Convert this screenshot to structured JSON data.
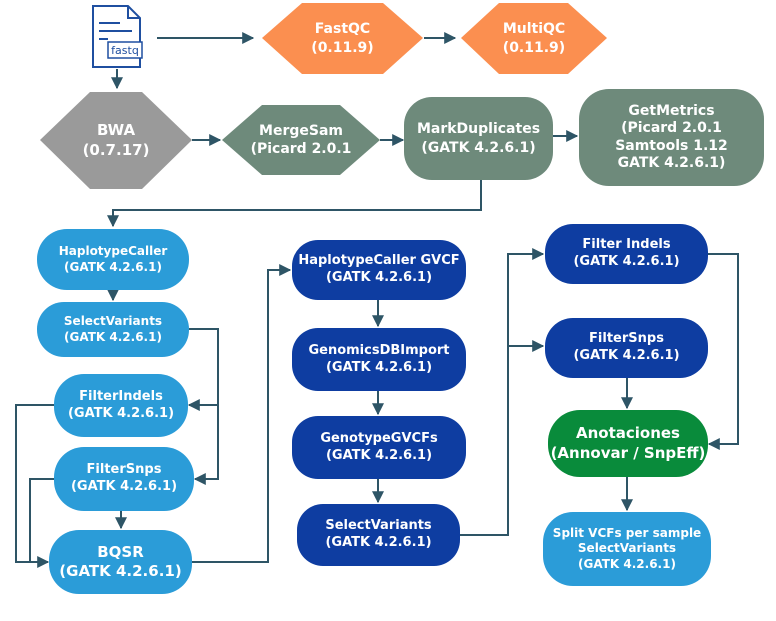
{
  "file_icon": {
    "label": "fastq"
  },
  "nodes": {
    "fastqc": {
      "line1": "FastQC",
      "line2": "(0.11.9)"
    },
    "multiqc": {
      "line1": "MultiQC",
      "line2": "(0.11.9)"
    },
    "bwa": {
      "line1": "BWA",
      "line2": "(0.7.17)"
    },
    "mergesam": {
      "line1": "MergeSam",
      "line2": "(Picard 2.0.1"
    },
    "markduplicates": {
      "line1": "MarkDuplicates",
      "line2": "(GATK 4.2.6.1)"
    },
    "getmetrics": {
      "line1": "GetMetrics",
      "line2": "(Picard 2.0.1",
      "line3": "Samtools 1.12",
      "line4": "GATK 4.2.6.1)"
    },
    "haplotypecaller": {
      "line1": "HaplotypeCaller",
      "line2": "(GATK 4.2.6.1)"
    },
    "selectvariants_a": {
      "line1": "SelectVariants",
      "line2": "(GATK 4.2.6.1)"
    },
    "filterindels_a": {
      "line1": "FilterIndels",
      "line2": "(GATK 4.2.6.1)"
    },
    "filtersnps_a": {
      "line1": "FilterSnps",
      "line2": "(GATK 4.2.6.1)"
    },
    "bqsr": {
      "line1": "BQSR",
      "line2": "(GATK 4.2.6.1)"
    },
    "hc_gvcf": {
      "line1": "HaplotypeCaller GVCF",
      "line2": "(GATK 4.2.6.1)"
    },
    "genomicsdb": {
      "line1": "GenomicsDBImport",
      "line2": "(GATK 4.2.6.1)"
    },
    "genotypegvcfs": {
      "line1": "GenotypeGVCFs",
      "line2": "(GATK 4.2.6.1)"
    },
    "selectvariants_b": {
      "line1": "SelectVariants",
      "line2": "(GATK 4.2.6.1)"
    },
    "filterindels_b": {
      "line1": "Filter Indels",
      "line2": "(GATK 4.2.6.1)"
    },
    "filtersnps_b": {
      "line1": "FilterSnps",
      "line2": "(GATK 4.2.6.1)"
    },
    "anotaciones": {
      "line1": "Anotaciones",
      "line2": "(Annovar / SnpEff)"
    },
    "split_vcfs": {
      "line1": "Split VCFs per sample",
      "line2": "SelectVariants",
      "line3": "(GATK 4.2.6.1)"
    }
  },
  "colors": {
    "orange": "#FB8F50",
    "gray": "#9A9A9A",
    "sage": "#6E8A7B",
    "light_blue": "#2B9CD8",
    "dark_blue": "#0E3DA1",
    "green": "#098B3B",
    "line": "#2E5566"
  }
}
